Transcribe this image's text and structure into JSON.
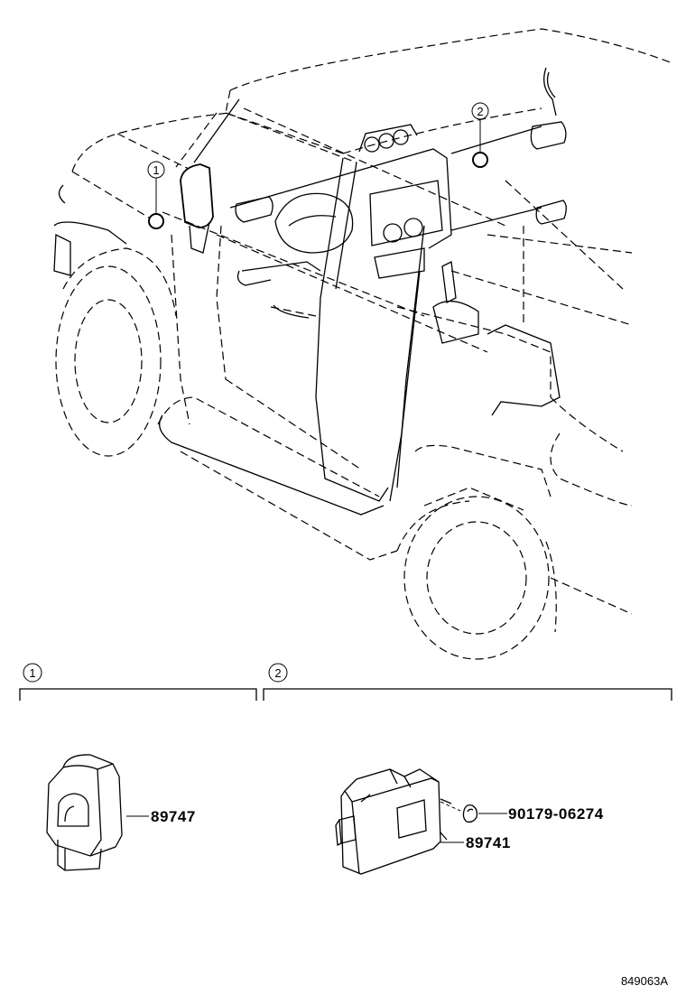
{
  "callouts": {
    "one": "1",
    "two": "2"
  },
  "sections": [
    {
      "number": "1",
      "parts": [
        {
          "number": "89747"
        }
      ]
    },
    {
      "number": "2",
      "parts": [
        {
          "number": "90179-06274"
        },
        {
          "number": "89741"
        }
      ]
    }
  ],
  "illustration_code": "849063A"
}
